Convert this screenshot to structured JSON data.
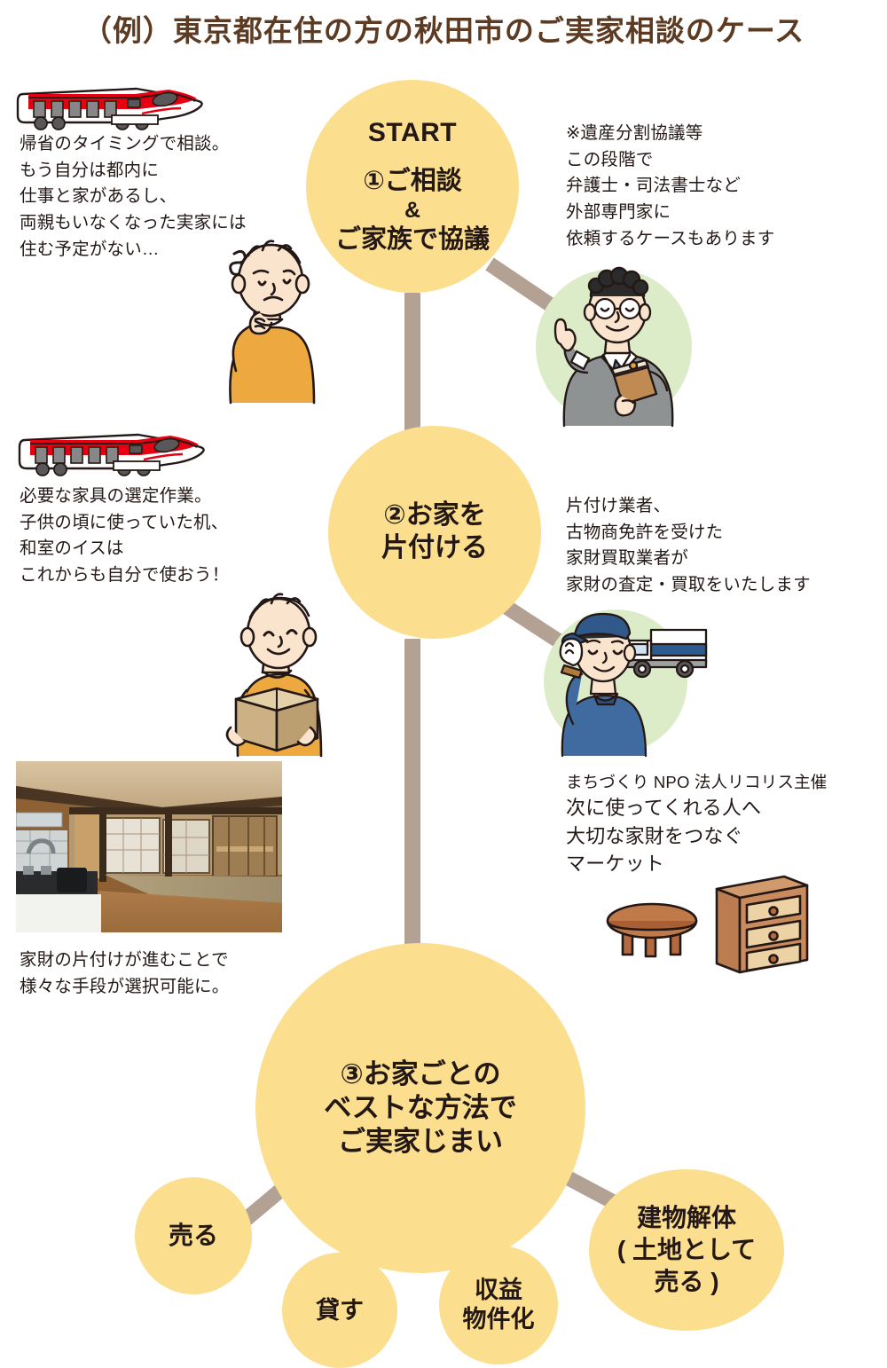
{
  "page": {
    "title": "（例）東京都在住の方の秋田市のご実家相談のケース",
    "accent_yellow": "#fbdf8e",
    "accent_green": "#dcecc8",
    "connector_brown": "#b3a193",
    "title_color": "#5c3b22",
    "text_color": "#231815"
  },
  "steps": [
    {
      "id": "step1",
      "badge": "START",
      "line1": "①ご相談",
      "line2": "&",
      "line3": "ご家族で協議"
    },
    {
      "id": "step2",
      "line1": "②お家を",
      "line2": "片付ける"
    },
    {
      "id": "step3",
      "line1": "③お家ごとの",
      "line2": "ベストな方法で",
      "line3": "ご実家じまい"
    }
  ],
  "notes": {
    "left_step1": "帰省のタイミングで相談。\nもう自分は都内に\n仕事と家があるし、\n両親もいなくなった実家には\n住む予定がない…",
    "right_step1": "※遺産分割協議等\nこの段階で\n弁護士・司法書士など\n外部専門家に\n依頼するケースもあります",
    "left_step2": "必要な家具の選定作業。\n子供の頃に使っていた机、\n和室のイスは\nこれからも自分で使おう！",
    "right_step2": "片付け業者、\n古物商免許を受けた\n家財買取業者が\n家財の査定・買取をいたします",
    "market_header": "まちづくり NPO 法人リコリス主催",
    "market_body": "次に使ってくれる人へ\n大切な家財をつなぐ\nマーケット",
    "photo_caption": "家財の片付けが進むことで\n様々な手段が選択可能に。"
  },
  "outcomes": [
    {
      "id": "sell",
      "label": "売る"
    },
    {
      "id": "rent",
      "label": "貸す"
    },
    {
      "id": "income",
      "line1": "収益",
      "line2": "物件化"
    },
    {
      "id": "demolish",
      "line1": "建物解体",
      "line2": "( 土地として",
      "line3": "売る )"
    }
  ],
  "illustrations": [
    {
      "id": "shinkansen-1",
      "name": "shinkansen-train-icon"
    },
    {
      "id": "shinkansen-2",
      "name": "shinkansen-train-icon"
    },
    {
      "id": "thinking-man",
      "name": "thinking-man-illustration"
    },
    {
      "id": "carrying-man",
      "name": "man-carrying-box-illustration"
    },
    {
      "id": "lawyer",
      "name": "lawyer-advisor-illustration"
    },
    {
      "id": "mover",
      "name": "mover-with-truck-illustration"
    },
    {
      "id": "table",
      "name": "round-table-icon"
    },
    {
      "id": "chest",
      "name": "drawer-chest-icon"
    },
    {
      "id": "house-photo",
      "name": "empty-japanese-house-photo"
    }
  ]
}
